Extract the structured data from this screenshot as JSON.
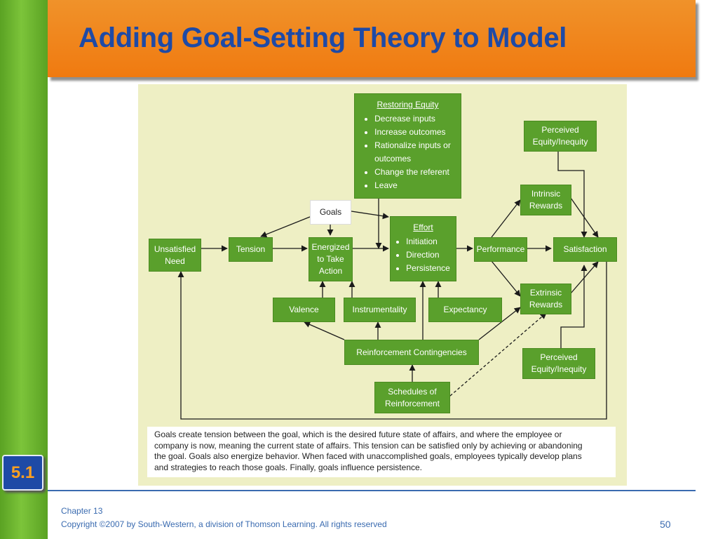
{
  "slide": {
    "title": "Adding Goal-Setting Theory to Model",
    "section_badge": "5.1",
    "footer": {
      "chapter": "Chapter 13",
      "copyright": "Copyright ©2007 by South-Western, a division of Thomson Learning.  All rights reserved",
      "page_number": "50"
    }
  },
  "diagram": {
    "restoring_equity": {
      "title": "Restoring Equity",
      "items": [
        "Decrease inputs",
        "Increase outcomes",
        "Rationalize inputs or",
        "outcomes",
        "Change the referent",
        "Leave"
      ]
    },
    "goals": "Goals",
    "unsatisfied_need": [
      "Unsatisfied",
      "Need"
    ],
    "tension": "Tension",
    "energized": [
      "Energized",
      "to Take",
      "Action"
    ],
    "effort": {
      "title": "Effort",
      "items": [
        "Initiation",
        "Direction",
        "Persistence"
      ]
    },
    "performance": "Performance",
    "satisfaction": "Satisfaction",
    "perceived_top": [
      "Perceived",
      "Equity/Inequity"
    ],
    "intrinsic_rewards": [
      "Intrinsic",
      "Rewards"
    ],
    "extrinsic_rewards": [
      "Extrinsic",
      "Rewards"
    ],
    "valence": "Valence",
    "instrumentality": "Instrumentality",
    "expectancy": "Expectancy",
    "reinforcement_contingencies": "Reinforcement Contingencies",
    "perceived_bottom": [
      "Perceived",
      "Equity/Inequity"
    ],
    "schedules": [
      "Schedules of",
      "Reinforcement"
    ],
    "caption": [
      "Goals create tension between the goal, which is the desired future state of affairs, and where the employee or",
      "company is now, meaning the current state of affairs. This tension can be satisfied only by achieving or abandoning",
      "the goal. Goals also energize behavior. When faced with unaccomplished goals, employees typically develop plans",
      "and strategies to reach those goals. Finally, goals influence persistence."
    ]
  },
  "colors": {
    "header_orange": "#f07a10",
    "title_blue": "#1e4aa6",
    "sidebar_green": "#6db52f",
    "box_green": "#5aa02c",
    "panel_cream": "#eeefc4",
    "footer_blue": "#3a6bb0",
    "badge_text_orange": "#ffa020"
  }
}
